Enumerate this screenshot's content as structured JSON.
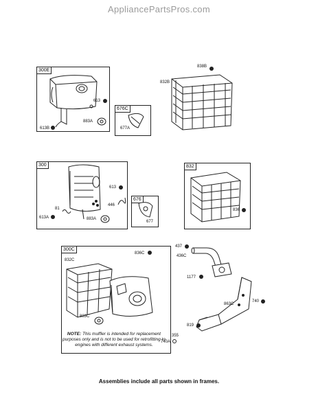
{
  "site": {
    "title": "AppliancePartsPros.com"
  },
  "frames": {
    "f300e": "300E",
    "f676c": "676C",
    "f300": "300",
    "f676": "676",
    "f832": "832",
    "f300c": "300C"
  },
  "labels": {
    "l613_top": "613",
    "l883a_top": "883A",
    "l613b": "613B",
    "l677a": "677A",
    "l838b": "838B",
    "l832b": "832B",
    "l613_mid": "613",
    "l81": "81",
    "l613a_mid": "613A",
    "l883a_mid": "883A",
    "l446": "446",
    "l677": "677",
    "l836": "836",
    "l832c": "832C",
    "l836c": "836C",
    "l883c": "883C",
    "l437": "437",
    "l436c": "436C",
    "l1177": "1177",
    "l863c": "863C",
    "l740": "740",
    "l819": "819",
    "l355": "355",
    "l740a": "740A"
  },
  "note": {
    "prefix": "NOTE:",
    "text": "This muffler is intended for replacement purposes only and is not to be used for retrofitting to engines with different exhaust systems."
  },
  "footer": "Assemblies include all parts shown in frames."
}
